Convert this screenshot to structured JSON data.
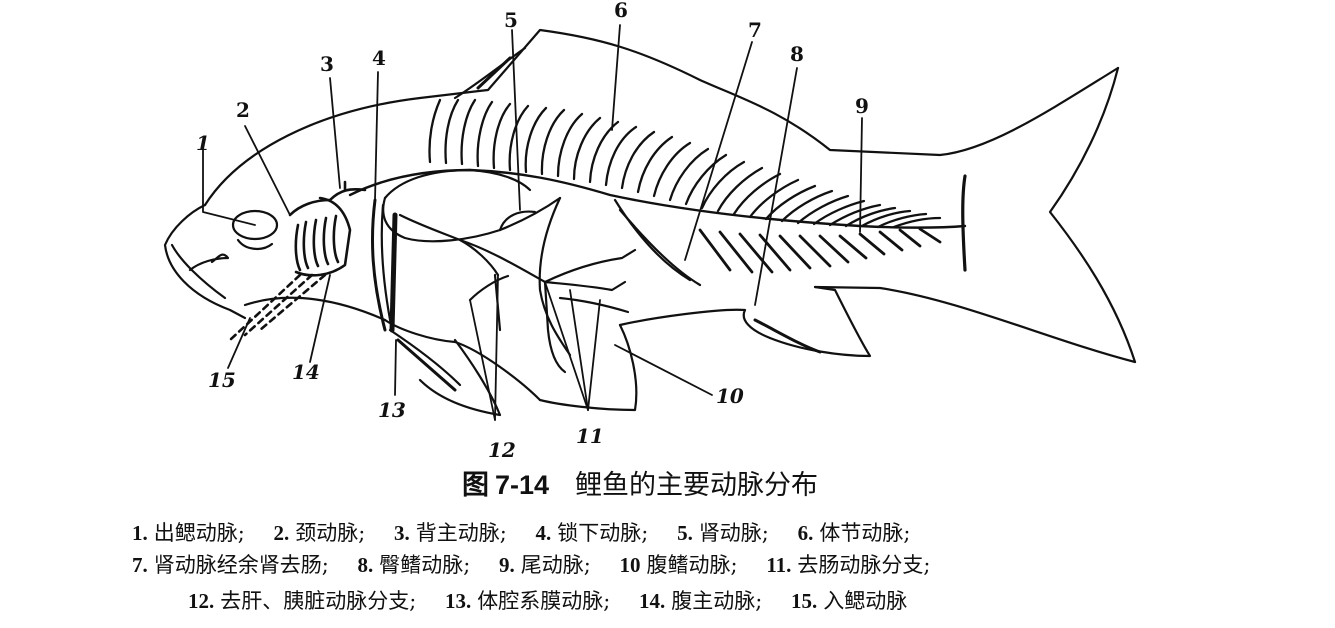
{
  "figure": {
    "caption": {
      "prefix": "图",
      "number": "7-14",
      "title": "鲤鱼的主要动脉分布"
    },
    "callouts": [
      {
        "id": "1",
        "label": "1"
      },
      {
        "id": "2",
        "label": "2"
      },
      {
        "id": "3",
        "label": "3"
      },
      {
        "id": "4",
        "label": "4"
      },
      {
        "id": "5",
        "label": "5"
      },
      {
        "id": "6",
        "label": "6"
      },
      {
        "id": "7",
        "label": "7"
      },
      {
        "id": "8",
        "label": "8"
      },
      {
        "id": "9",
        "label": "9"
      },
      {
        "id": "10",
        "label": "10"
      },
      {
        "id": "11",
        "label": "11"
      },
      {
        "id": "12",
        "label": "12"
      },
      {
        "id": "13",
        "label": "13"
      },
      {
        "id": "14",
        "label": "14"
      },
      {
        "id": "15",
        "label": "15"
      }
    ],
    "line_color": "#111111",
    "background_color": "#ffffff"
  },
  "legend": {
    "items": [
      {
        "num": "1.",
        "text": "出鳃动脉;"
      },
      {
        "num": "2.",
        "text": "颈动脉;"
      },
      {
        "num": "3.",
        "text": "背主动脉;"
      },
      {
        "num": "4.",
        "text": "锁下动脉;"
      },
      {
        "num": "5.",
        "text": "肾动脉;"
      },
      {
        "num": "6.",
        "text": "体节动脉;"
      },
      {
        "num": "7.",
        "text": "肾动脉经余肾去肠;"
      },
      {
        "num": "8.",
        "text": "臀鳍动脉;"
      },
      {
        "num": "9.",
        "text": "尾动脉;"
      },
      {
        "num": "10",
        "text": "腹鳍动脉;"
      },
      {
        "num": "11.",
        "text": "去肠动脉分支;"
      },
      {
        "num": "12.",
        "text": "去肝、胰脏动脉分支;"
      },
      {
        "num": "13.",
        "text": "体腔系膜动脉;"
      },
      {
        "num": "14.",
        "text": "腹主动脉;"
      },
      {
        "num": "15.",
        "text": "入鳃动脉"
      }
    ]
  }
}
